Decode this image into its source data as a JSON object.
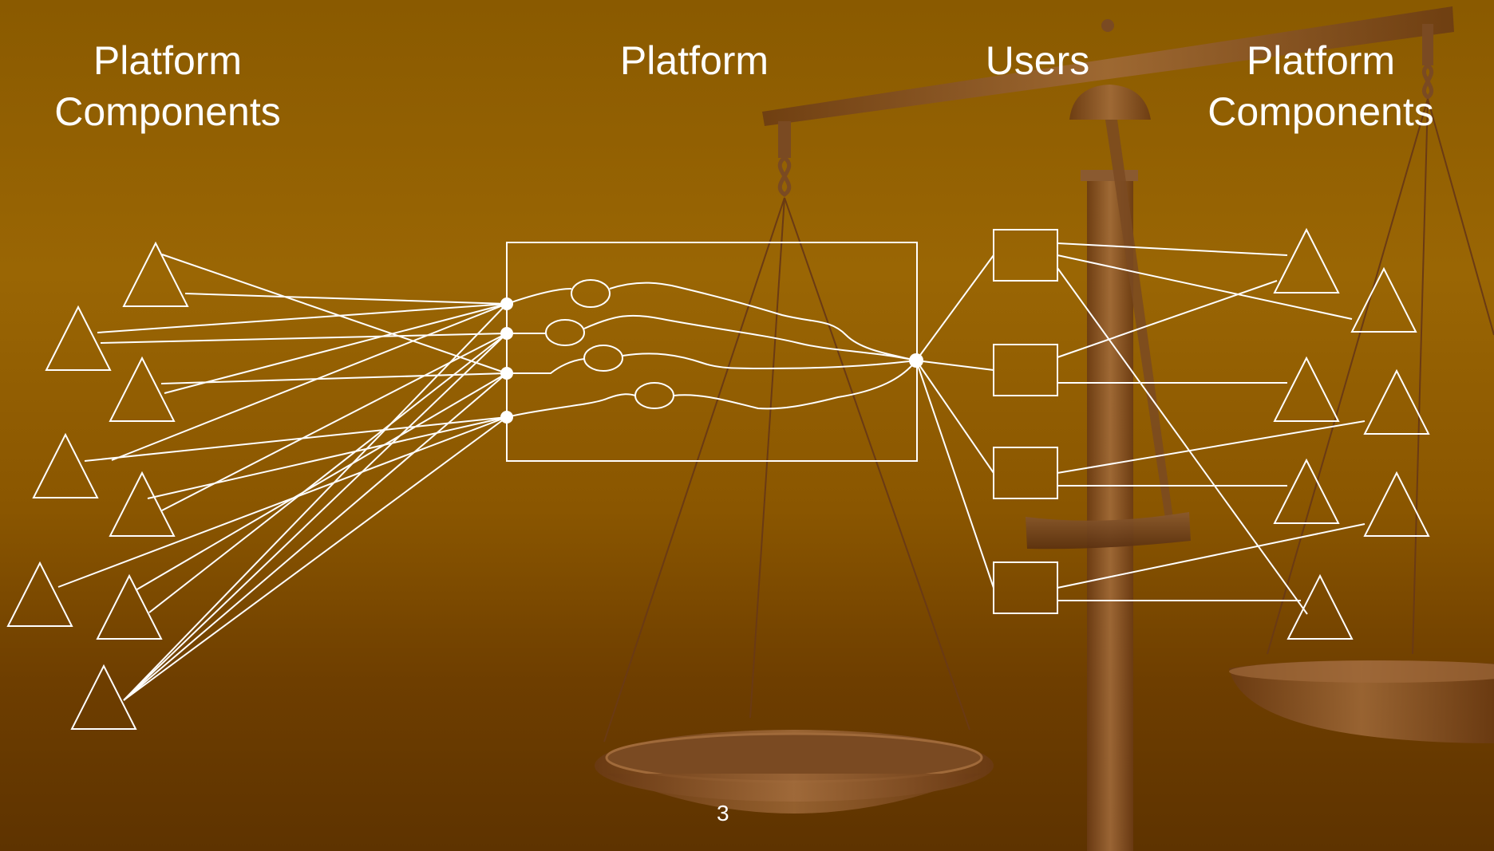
{
  "headings": {
    "left_components_line1": "Platform",
    "left_components_line2": "Components",
    "platform": "Platform",
    "users": "Users",
    "right_components_line1": "Platform",
    "right_components_line2": "Components"
  },
  "page_number": "3",
  "colors": {
    "background_top": "#8a5a00",
    "background_bottom": "#5e3300",
    "diagram_lines": "#ffffff",
    "scale_bronze": "#7a4a22"
  }
}
